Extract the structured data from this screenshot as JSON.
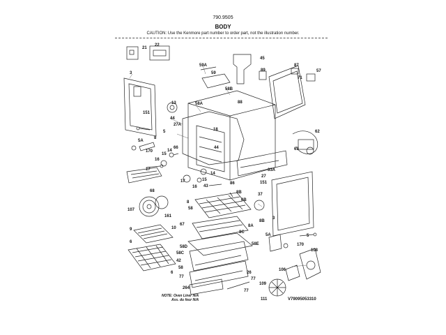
{
  "header": {
    "page_number": "790.9505",
    "title": "BODY",
    "caution": "CAUTION: Use the Kenmore part number to order part, not the illustration number."
  },
  "labels": {
    "l21": "21",
    "l22": "22",
    "l45": "45",
    "l59a": "59A",
    "l59": "59",
    "l3a": "3",
    "l89": "89",
    "l87": "87",
    "l71": "71",
    "l57": "57",
    "l58b": "58B",
    "l88": "88",
    "l13": "13",
    "l58a": "58A",
    "l151a": "151",
    "l44a": "44",
    "l27a": "27A",
    "l18": "18",
    "l62": "62",
    "l5a": "5",
    "l8": "8",
    "l5aa": "5A",
    "l170a": "170",
    "l44b": "44",
    "l66": "66",
    "l14a": "14",
    "l15a": "15",
    "l16a": "16",
    "l63": "63",
    "l17a": "17",
    "l14b": "14",
    "l15b": "15",
    "l33a": "33A",
    "l27": "27",
    "l68": "68",
    "l17b": "17",
    "l16b": "16",
    "l43": "43",
    "l151b": "151",
    "l86": "86",
    "l8b": "8B",
    "l37": "37",
    "l6b": "6B",
    "l107": "107",
    "l161": "161",
    "l3b": "3",
    "l58": "58",
    "l9": "9",
    "l10": "10",
    "l67": "67",
    "l8a": "8A",
    "l8c": "8C",
    "l6": "6",
    "l58d": "58D",
    "l58c": "58C",
    "l58e": "58E",
    "l42": "42",
    "l5b": "5",
    "l5ab": "5A",
    "l170b": "170",
    "l108": "108",
    "l106": "106",
    "l109": "109",
    "l26": "26",
    "l77a": "77",
    "l77b": "77",
    "l6c": "6",
    "l58f": "58",
    "l264": "264",
    "l111": "111",
    "l61": "6"
  },
  "notes": {
    "line1": "NOTE: Oven Liner N/A",
    "line2": "Ass. du four N/A"
  },
  "image_code": "V79095053310"
}
